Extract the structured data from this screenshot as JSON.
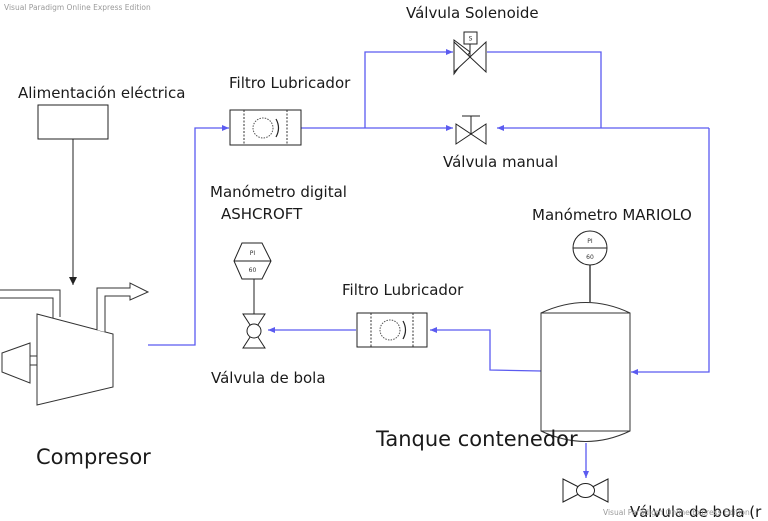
{
  "app": {
    "watermark_top": "Visual Paradigm Online Express Edition",
    "watermark_bottom": "Visual Paradigm Online Express Edition"
  },
  "colors": {
    "pipe": "#5b5bf0",
    "stroke": "#222222",
    "text": "#1a1a1a",
    "watermark": "#9a9a9a"
  },
  "diagram": {
    "labels": {
      "solenoid_valve": "Válvula Solenoide",
      "filter_top": "Filtro Lubricador",
      "power_supply": "Alimentación eléctrica",
      "manual_valve": "Válvula manual",
      "digital_gauge_line1": "Manómetro digital",
      "digital_gauge_line2": "ASHCROFT",
      "mariolo_gauge": "Manómetro MARIOLO",
      "filter_bottom": "Filtro Lubricador",
      "ball_valve": "Válvula de bola",
      "compressor": "Compresor",
      "tank": "Tanque contenedor",
      "ball_valve_drain": "Válvula de bola (r"
    },
    "symbols": {
      "solenoid_tag": "S",
      "digital_gauge_tag": "PI",
      "digital_gauge_value": "60",
      "mariolo_gauge_tag": "PI",
      "mariolo_gauge_value": "60"
    }
  }
}
